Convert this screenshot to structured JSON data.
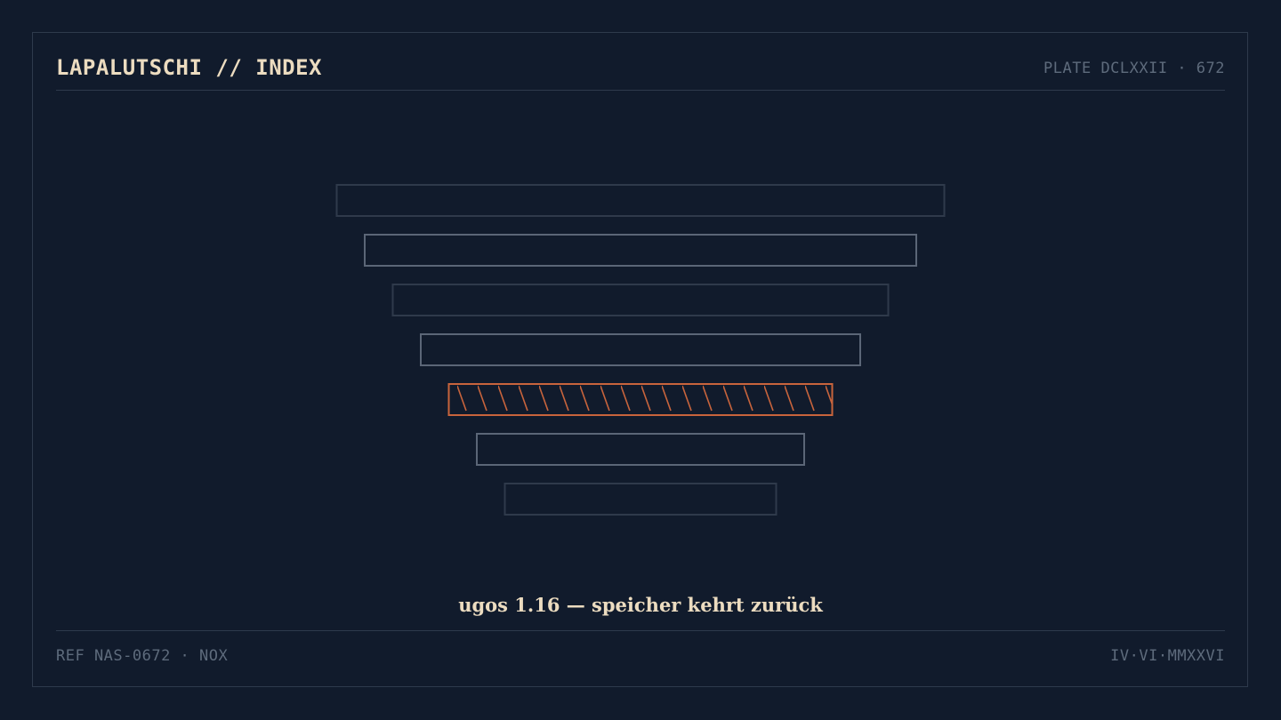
{
  "header": {
    "title": "LAPALUTSCHI // INDEX",
    "plate": "PLATE DCLXXII · 672"
  },
  "stack": {
    "layer_count": 7,
    "highlighted_index": 4,
    "colors": {
      "dim": "#2f3a4b",
      "mid": "#5b6677",
      "accent": "#c8643c",
      "background": "#111b2c"
    },
    "layer_tones": [
      "dim",
      "mid",
      "dim",
      "mid",
      "accent",
      "mid",
      "dim"
    ]
  },
  "caption": "ugos 1.16 — speicher kehrt zurück",
  "footer": {
    "ref": "REF NAS-0672 · NOX",
    "date": "IV·VI·MMXXVI"
  }
}
